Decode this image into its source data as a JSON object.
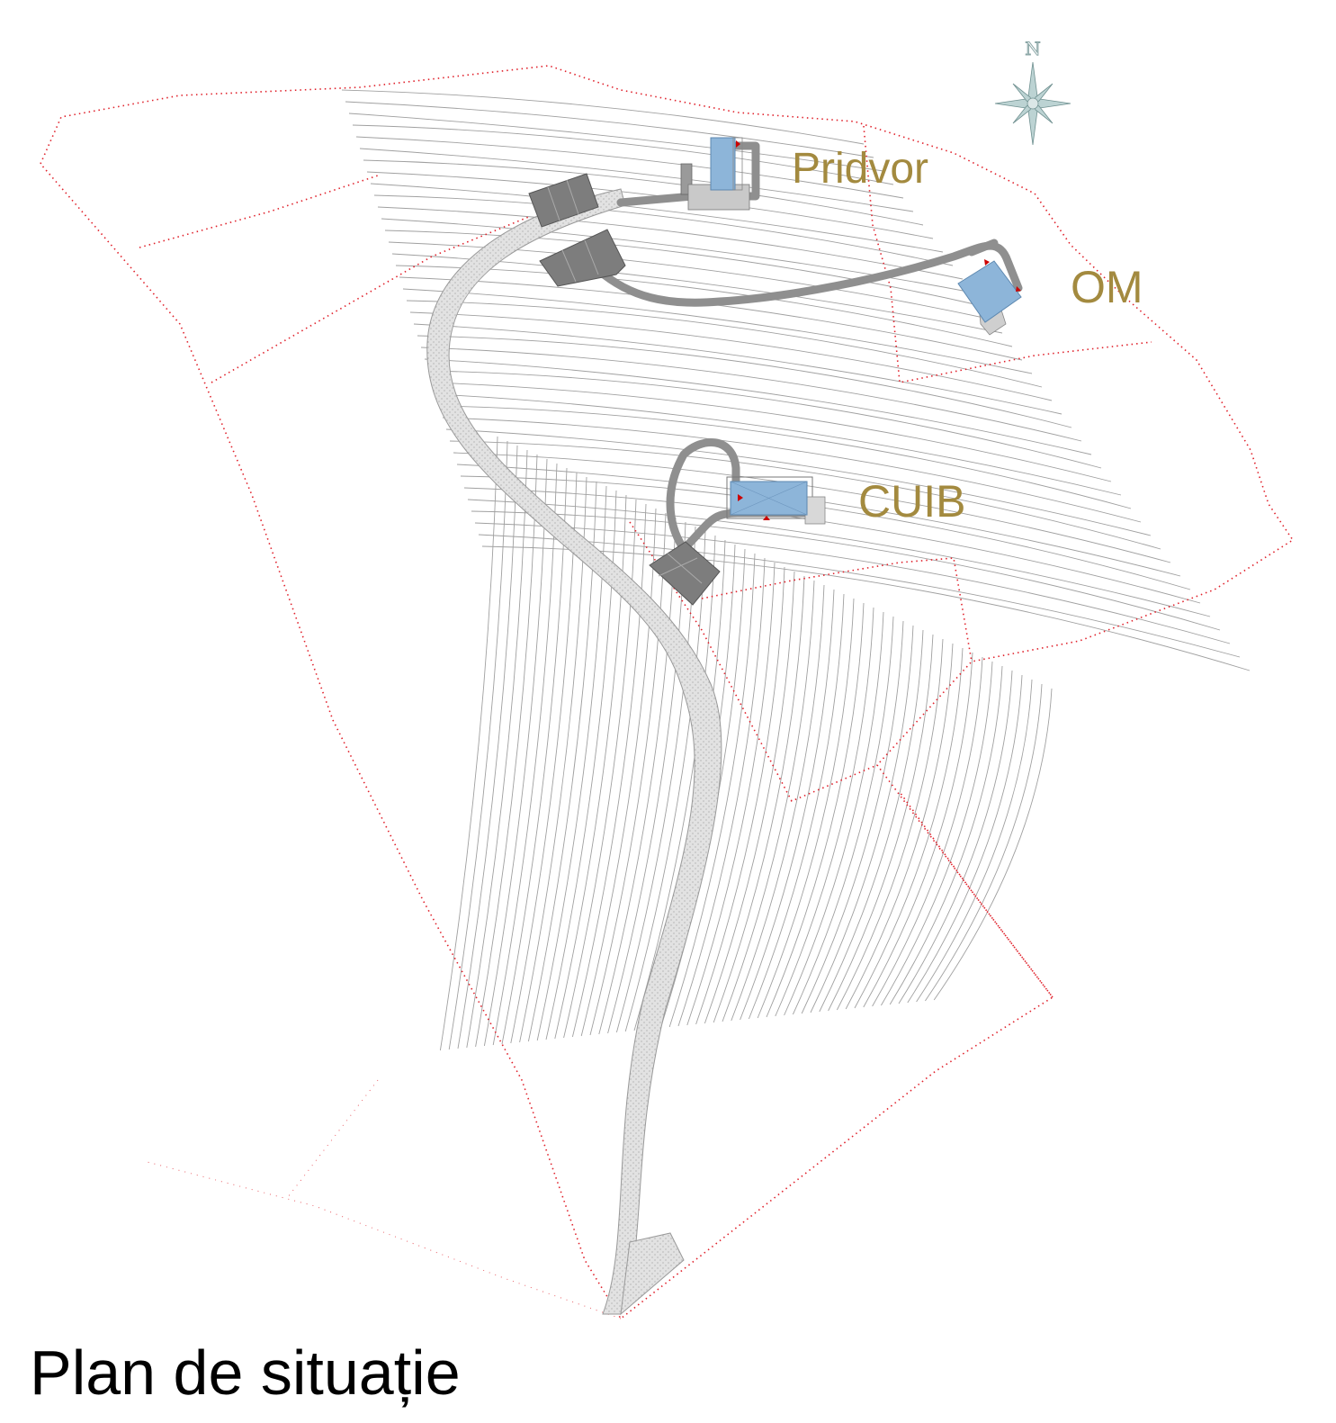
{
  "title": "Plan de situație",
  "buildings": {
    "pridvor": "Pridvor",
    "om": "OM",
    "cuib": "CUIB"
  },
  "compass": {
    "north_letter": "N"
  },
  "colors": {
    "building_fill": "#8db5d9",
    "label_color": "#a38a3f",
    "boundary": "#e0212b",
    "road": "#d0d0d0",
    "path": "#8f8f8f",
    "contour": "#9a9a9a",
    "parking": "#7a7a7a"
  }
}
